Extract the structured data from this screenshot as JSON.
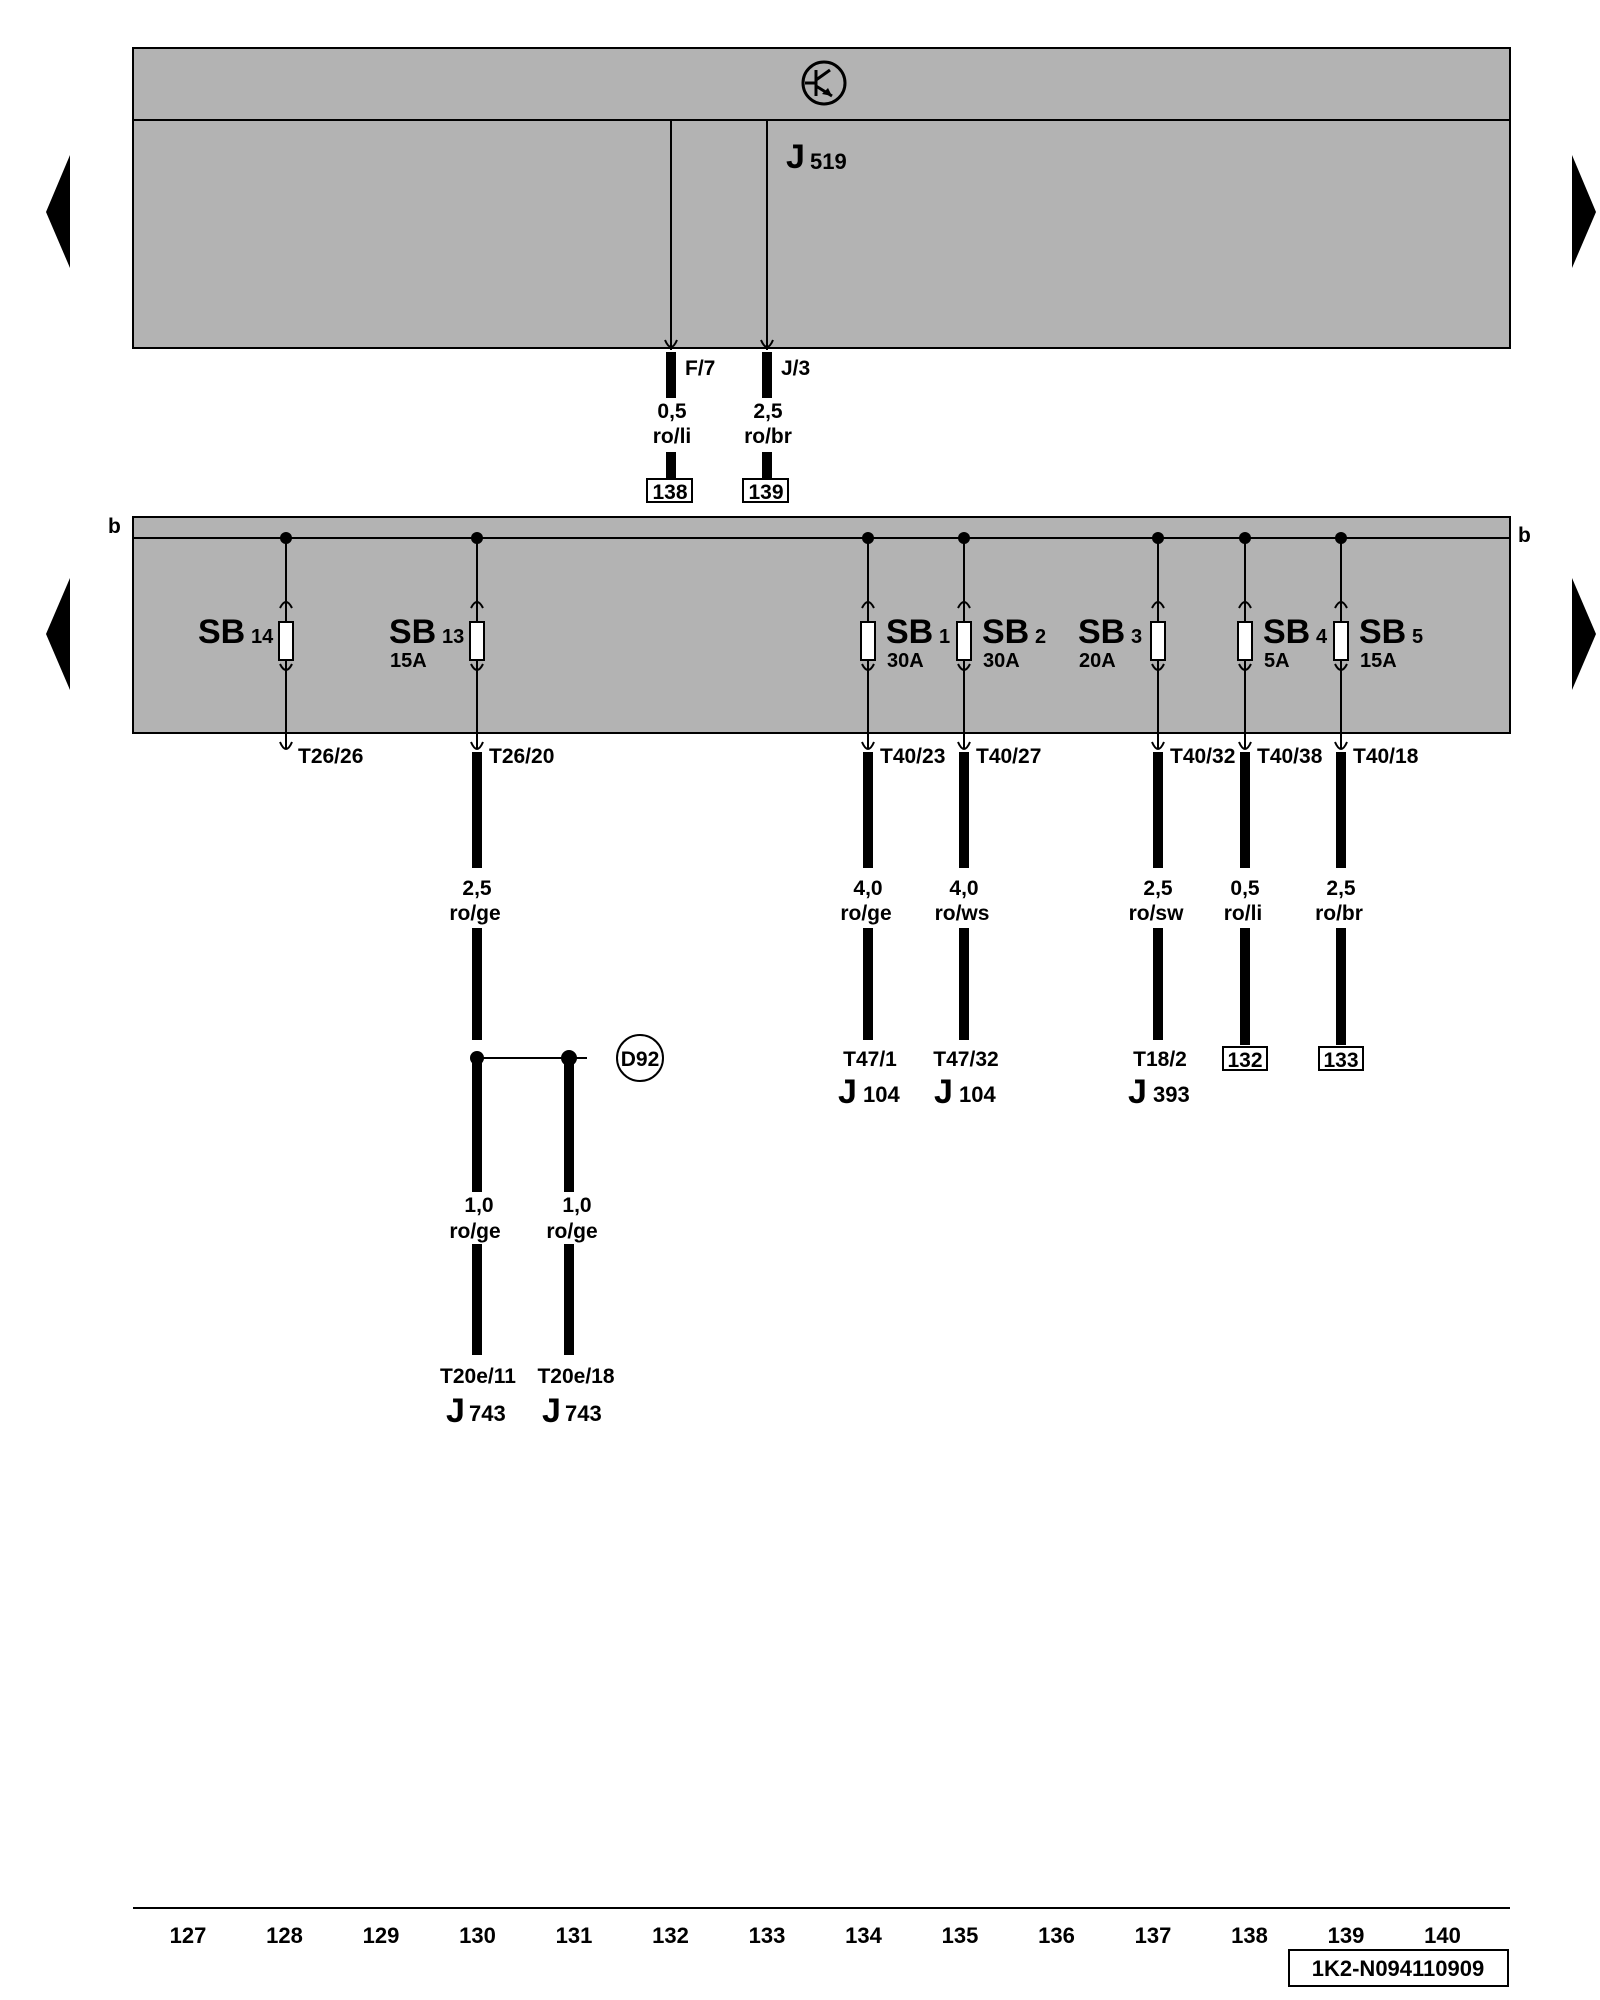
{
  "relay_control_unit": {
    "name": "J",
    "sub": "519",
    "pins": [
      {
        "pin": "F/7",
        "size": "0,5",
        "color": "ro/li",
        "ref": "138"
      },
      {
        "pin": "J/3",
        "size": "2,5",
        "color": "ro/br",
        "ref": "139"
      }
    ]
  },
  "bus_label_left": "b",
  "bus_label_right": "b",
  "fuses": [
    {
      "code": "SB",
      "num": "14",
      "rating": "",
      "terminal": "T26/26"
    },
    {
      "code": "SB",
      "num": "13",
      "rating": "15A",
      "terminal": "T26/20",
      "size": "2,5",
      "color": "ro/ge"
    },
    {
      "code": "SB",
      "num": "1",
      "rating": "30A",
      "terminal": "T40/23",
      "size": "4,0",
      "color": "ro/ge",
      "end_pin": "T47/1",
      "end_comp": "J",
      "end_sub": "104"
    },
    {
      "code": "SB",
      "num": "2",
      "rating": "30A",
      "terminal": "T40/27",
      "size": "4,0",
      "color": "ro/ws",
      "end_pin": "T47/32",
      "end_comp": "J",
      "end_sub": "104"
    },
    {
      "code": "SB",
      "num": "3",
      "rating": "20A",
      "terminal": "T40/32",
      "size": "2,5",
      "color": "ro/sw",
      "end_pin": "T18/2",
      "end_comp": "J",
      "end_sub": "393"
    },
    {
      "code": "SB",
      "num": "4",
      "rating": "5A",
      "terminal": "T40/38",
      "size": "0,5",
      "color": "ro/li",
      "end_ref": "132"
    },
    {
      "code": "SB",
      "num": "5",
      "rating": "15A",
      "terminal": "T40/18",
      "size": "2,5",
      "color": "ro/br",
      "end_ref": "133"
    }
  ],
  "splice": "D92",
  "branches": [
    {
      "size": "1,0",
      "color": "ro/ge",
      "pin": "T20e/11",
      "comp": "J",
      "sub": "743"
    },
    {
      "size": "1,0",
      "color": "ro/ge",
      "pin": "T20e/18",
      "comp": "J",
      "sub": "743"
    }
  ],
  "track_numbers": [
    "127",
    "128",
    "129",
    "130",
    "131",
    "132",
    "133",
    "134",
    "135",
    "136",
    "137",
    "138",
    "139",
    "140"
  ],
  "doc_id": "1K2-N094110909"
}
